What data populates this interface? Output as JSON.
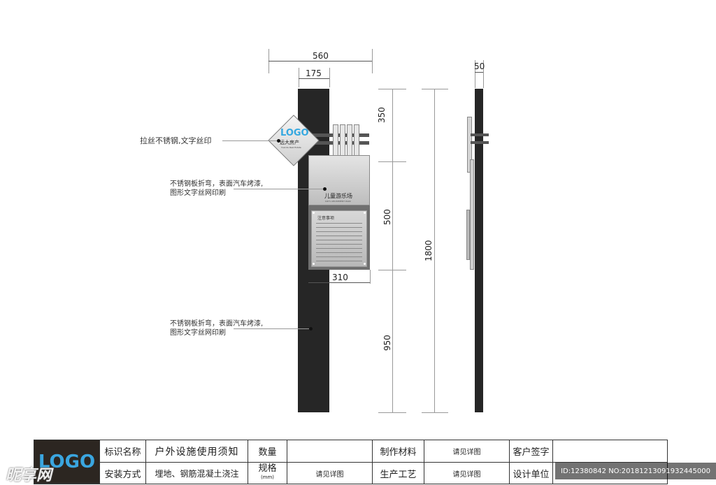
{
  "dimensions": {
    "d560": "560",
    "d175": "175",
    "d50": "50",
    "d350": "350",
    "d500": "500",
    "d950": "950",
    "d1800": "1800",
    "d310": "310"
  },
  "callouts": {
    "top": "拉丝不锈钢,文字丝印",
    "middle_line1": "不锈钢板折弯，表面汽车烤漆,",
    "middle_line2": "图形文字丝网印刷",
    "bottom_line1": "不锈钢板折弯，表面汽车烤漆,",
    "bottom_line2": "图形文字丝网印刷"
  },
  "sign": {
    "logo": "LOGO",
    "brand": "远大房产",
    "brand_en": "Yuanda Real Estate",
    "panel_title": "儿童游乐场",
    "panel_sub": "KID'S AMUSEMENT PARK",
    "notice_title": "注意事项"
  },
  "title_block": {
    "logo": "LOGO",
    "label_name": "标识名称",
    "value_name": "户外设施使用须知",
    "label_qty": "数量",
    "value_qty": "",
    "label_material": "制作材料",
    "value_material": "请见详图",
    "label_client_sign": "客户签字",
    "value_client_sign": "",
    "label_install": "安装方式",
    "value_install": "埋地、钢筋混凝土浇注",
    "label_spec": "规格",
    "label_spec_unit": "(mm)",
    "value_spec": "请见详图",
    "label_process": "生产工艺",
    "value_process": "请见详图",
    "label_designer": "设计单位",
    "value_designer": ""
  },
  "watermark": {
    "left": "昵享网",
    "right": "ID:12380842 NO:20181213091932445000"
  },
  "colors": {
    "post": "#262626",
    "steel": "#c8c8c8",
    "panel_frame": "#6f6f6f"
  }
}
